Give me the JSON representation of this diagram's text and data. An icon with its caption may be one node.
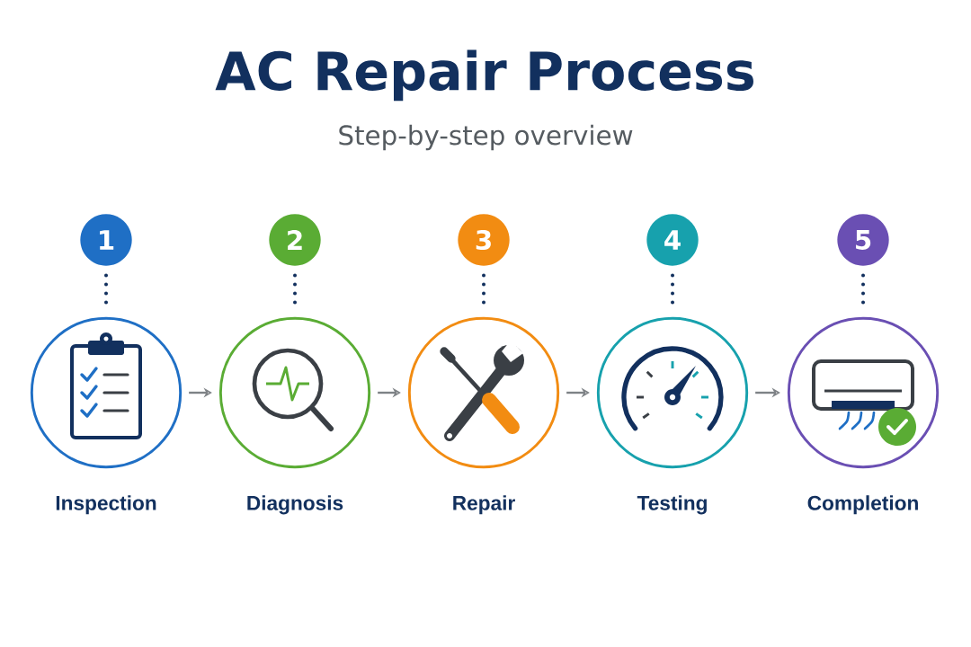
{
  "diagram": {
    "title": "AC Repair Process",
    "nodes": [
      {
        "text": [
          "1"
        ]
      },
      {
        "text": [
          "2"
        ]
      },
      {
        "text": [
          "3"
        ]
      },
      {
        "text": [
          "4"
        ]
      },
      {
        "text": [
          "5"
        ]
      },
      {
        "text": [
          "Inspection"
        ]
      },
      {
        "text": [
          "Diagnosis"
        ]
      },
      {
        "text": [
          "Repair"
        ]
      },
      {
        "text": [
          "Testing"
        ]
      },
      {
        "text": [
          "Completion"
        ]
      }
    ],
    "edges": [
      {
        "from": 0,
        "to": 5,
        "arrow": "none",
        "style": "dashed"
      },
      {
        "from": 1,
        "to": 6,
        "arrow": "none",
        "style": "dashed"
      },
      {
        "from": 2,
        "to": 7,
        "arrow": "none",
        "style": "dashed"
      },
      {
        "from": 3,
        "to": 8,
        "arrow": "none",
        "style": "dashed"
      },
      {
        "from": 4,
        "to": 9,
        "arrow": "none",
        "style": "dashed"
      },
      {
        "from": 5,
        "to": 6,
        "arrow": "to",
        "color": "#7e8286"
      },
      {
        "from": 6,
        "to": 7,
        "arrow": "to",
        "color": "#7e8286"
      },
      {
        "from": 7,
        "to": 8,
        "arrow": "to",
        "color": "#7e8286"
      },
      {
        "from": 8,
        "to": 9,
        "arrow": "to",
        "color": "#7e8286"
      }
    ],
    "labels": [
      "Step-by-step overview"
    ]
  }
}
